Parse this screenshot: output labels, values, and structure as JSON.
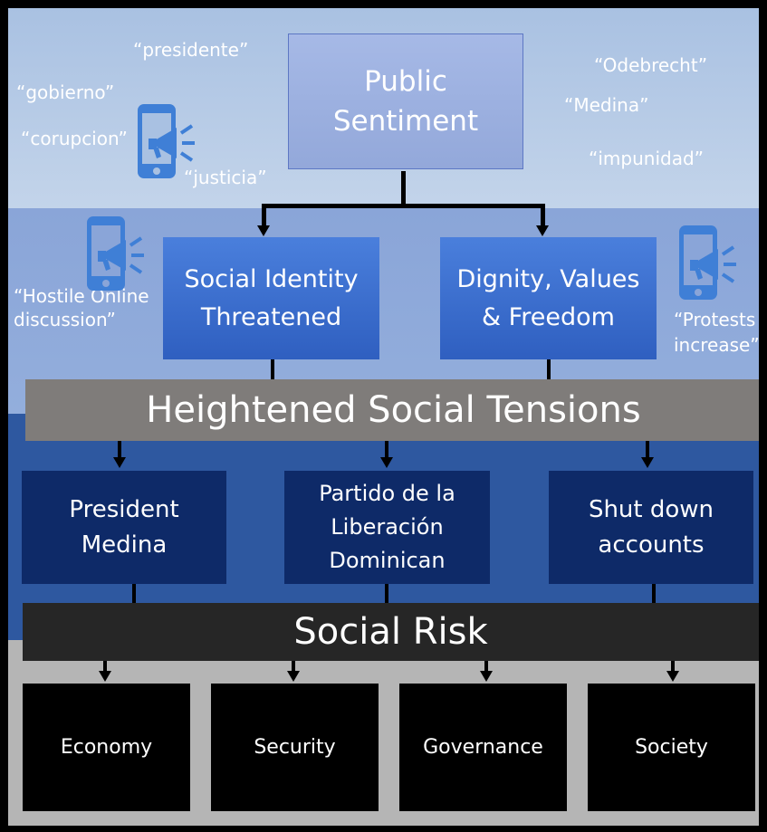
{
  "diagram": {
    "top": {
      "label": "Public\nSentiment"
    },
    "level2": [
      {
        "label": "Social Identity\nThreatened"
      },
      {
        "label": "Dignity, Values\n& Freedom"
      }
    ],
    "band1": {
      "label": "Heightened Social Tensions"
    },
    "level3": [
      {
        "label": "President\nMedina"
      },
      {
        "label": "Partido de la\nLiberación\nDominican"
      },
      {
        "label": "Shut down\naccounts"
      }
    ],
    "band2": {
      "label": "Social Risk"
    },
    "level4": [
      {
        "label": "Economy"
      },
      {
        "label": "Security"
      },
      {
        "label": "Governance"
      },
      {
        "label": "Society"
      }
    ],
    "keywords": {
      "presidente": "“presidente”",
      "gobierno": "“gobierno”",
      "corupcion": "“corupcion”",
      "justicia": "“justicia”",
      "odebrecht": "“Odebrecht”",
      "medina": "“Medina”",
      "impunidad": "“impunidad”",
      "hostile": "“Hostile Online\ndiscussion”",
      "protests": "“Protests\nincrease”"
    }
  },
  "colors": {
    "top_box": "#9fb3e0",
    "level2_box": "#3e6fce",
    "tension_band": "#7f7c7a",
    "level3_box": "#0e2a68",
    "risk_band": "#262626",
    "level4_box": "#000000",
    "phone_icon": "#3f7fd6"
  },
  "icons": [
    "phone-megaphone-icon"
  ]
}
